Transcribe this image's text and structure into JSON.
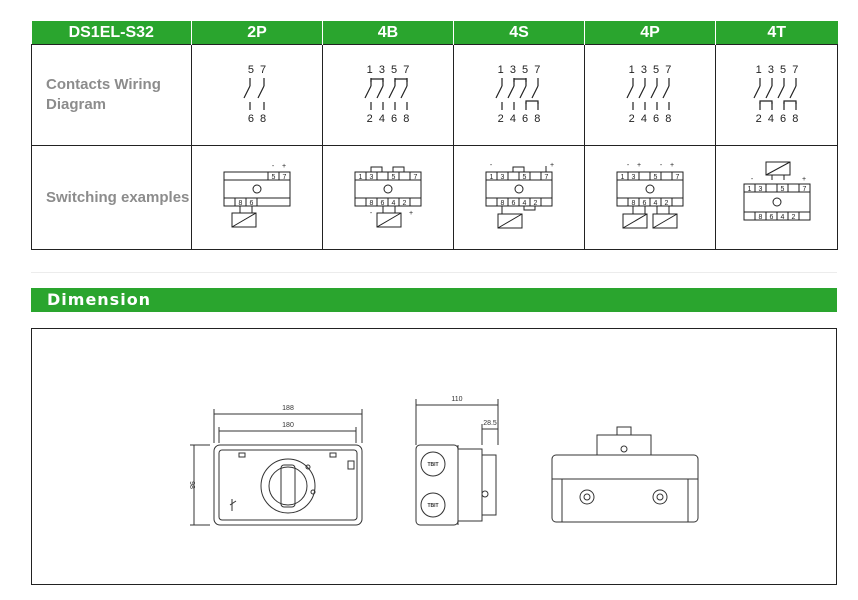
{
  "table": {
    "model": "DS1EL-S32",
    "columns": [
      "2P",
      "4B",
      "4S",
      "4P",
      "4T"
    ],
    "rows": {
      "wiring_label": "Contacts Wiring Diagram",
      "switching_label": "Switching examples"
    },
    "wiring": {
      "p2": {
        "top": "5 7",
        "bottom": "6 8"
      },
      "b4": {
        "top": "1 3 5 7",
        "bottom": "2 4 6 8"
      },
      "s4": {
        "top": "1 3 5 7",
        "bottom": "2 4 6 8"
      },
      "p4": {
        "top": "1 3 5 7",
        "bottom": "2 4 6 8"
      },
      "t4": {
        "top": "1 3 5 7",
        "bottom": "2 4 6 8"
      }
    },
    "switching": {
      "p2": {
        "top_terms": [
          "5",
          "7"
        ],
        "bottom_terms": [
          "8",
          "6"
        ],
        "signs": [
          "-",
          "+"
        ]
      },
      "b4": {
        "top_terms": [
          "1",
          "3",
          "5",
          "7"
        ],
        "bottom_terms": [
          "8",
          "6",
          "4",
          "2"
        ],
        "signs": [
          "-",
          "+"
        ]
      },
      "s4": {
        "top_terms": [
          "1",
          "3",
          "5",
          "7"
        ],
        "bottom_terms": [
          "8",
          "6",
          "4",
          "2"
        ],
        "signs": [
          "-",
          "+"
        ]
      },
      "p4": {
        "top_terms": [
          "1",
          "3",
          "5",
          "7"
        ],
        "bottom_terms": [
          "8",
          "6",
          "4",
          "2"
        ],
        "signs": [
          "-",
          "+",
          "-",
          "+"
        ]
      },
      "t4": {
        "top_terms": [
          "1",
          "3",
          "5",
          "7"
        ],
        "bottom_terms": [
          "8",
          "6",
          "4",
          "2"
        ],
        "signs": [
          "-",
          "+"
        ]
      }
    }
  },
  "dimension": {
    "title": "Dimension",
    "width_outer": "188",
    "width_inner": "180",
    "height": "98",
    "depth": "110",
    "handle": "28.5",
    "badge": "TBIT"
  },
  "colors": {
    "accent": "#2aa52e",
    "line": "#222222",
    "label_gray": "#8c8c8c"
  }
}
